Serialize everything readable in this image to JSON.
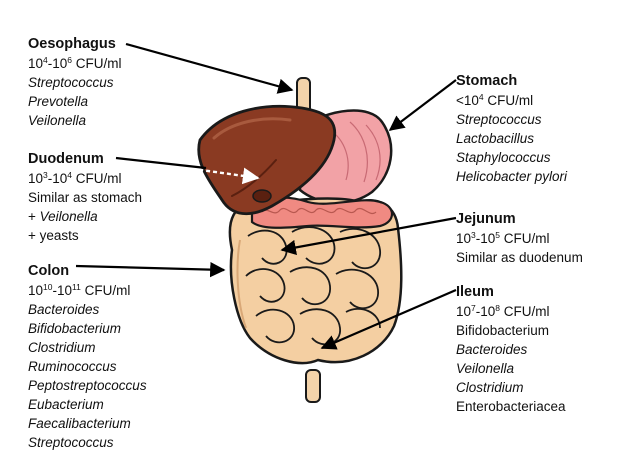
{
  "regions": {
    "oesophagus": {
      "name": "Oesophagus",
      "count": {
        "base1": "10",
        "exp1": "4",
        "sep": "-",
        "base2": "10",
        "exp2": "6",
        "unit": " CFU/ml"
      },
      "lines": [
        {
          "text": "Streptococcus",
          "italic": true
        },
        {
          "text": "Prevotella",
          "italic": true
        },
        {
          "text": "Veilonella",
          "italic": true
        }
      ]
    },
    "duodenum": {
      "name": "Duodenum",
      "count": {
        "base1": "10",
        "exp1": "3",
        "sep": "-",
        "base2": "10",
        "exp2": "4",
        "unit": " CFU/ml"
      },
      "lines": [
        {
          "text": "Similar as stomach",
          "italic": false
        },
        {
          "prefix": "+ ",
          "text": "Veilonella",
          "italic": true
        },
        {
          "text": "+ yeasts",
          "italic": false
        }
      ]
    },
    "colon": {
      "name": "Colon",
      "count": {
        "base1": "10",
        "exp1": "10",
        "sep": "-",
        "base2": "10",
        "exp2": "11",
        "unit": " CFU/ml"
      },
      "lines": [
        {
          "text": "Bacteroides",
          "italic": true
        },
        {
          "text": "Bifidobacterium",
          "italic": true
        },
        {
          "text": "Clostridium",
          "italic": true
        },
        {
          "text": "Ruminococcus",
          "italic": true
        },
        {
          "text": "Peptostreptococcus",
          "italic": true
        },
        {
          "text": "Eubacterium",
          "italic": true
        },
        {
          "text": "Faecalibacterium",
          "italic": true
        },
        {
          "text": "Streptococcus",
          "italic": true
        }
      ]
    },
    "stomach": {
      "name": "Stomach",
      "count": {
        "pre": "<",
        "base1": "10",
        "exp1": "4",
        "unit": " CFU/ml"
      },
      "lines": [
        {
          "text": "Streptococcus",
          "italic": true
        },
        {
          "text": "Lactobacillus",
          "italic": true
        },
        {
          "text": "Staphylococcus",
          "italic": true
        },
        {
          "text": "Helicobacter pylori",
          "italic": true
        }
      ]
    },
    "jejunum": {
      "name": "Jejunum",
      "count": {
        "base1": "10",
        "exp1": "3",
        "sep": "-",
        "base2": "10",
        "exp2": "5",
        "unit": " CFU/ml"
      },
      "lines": [
        {
          "text": "Similar as duodenum",
          "italic": false
        }
      ]
    },
    "ileum": {
      "name": "Ileum",
      "count": {
        "base1": "10",
        "exp1": "7",
        "sep": "-",
        "base2": "10",
        "exp2": "8",
        "unit": " CFU/ml"
      },
      "lines": [
        {
          "text": "Bifidobacterium",
          "italic": false
        },
        {
          "text": "Bacteroides",
          "italic": true
        },
        {
          "text": "Veilonella",
          "italic": true
        },
        {
          "text": "Clostridium",
          "italic": true
        },
        {
          "text": "Enterobacteriacea",
          "italic": false
        }
      ]
    }
  },
  "colors": {
    "liver": "#8a3a22",
    "liver_dark": "#5a2010",
    "stomach": "#f2a2a6",
    "pancreas": "#f08a82",
    "intestine": "#f4cfa2",
    "intestine_shade": "#d9a877",
    "oesophagus": "#f3d3aa",
    "outline": "#1a1a1a"
  },
  "icons": {
    "organ_illustration": "digestive-tract-illustration"
  }
}
